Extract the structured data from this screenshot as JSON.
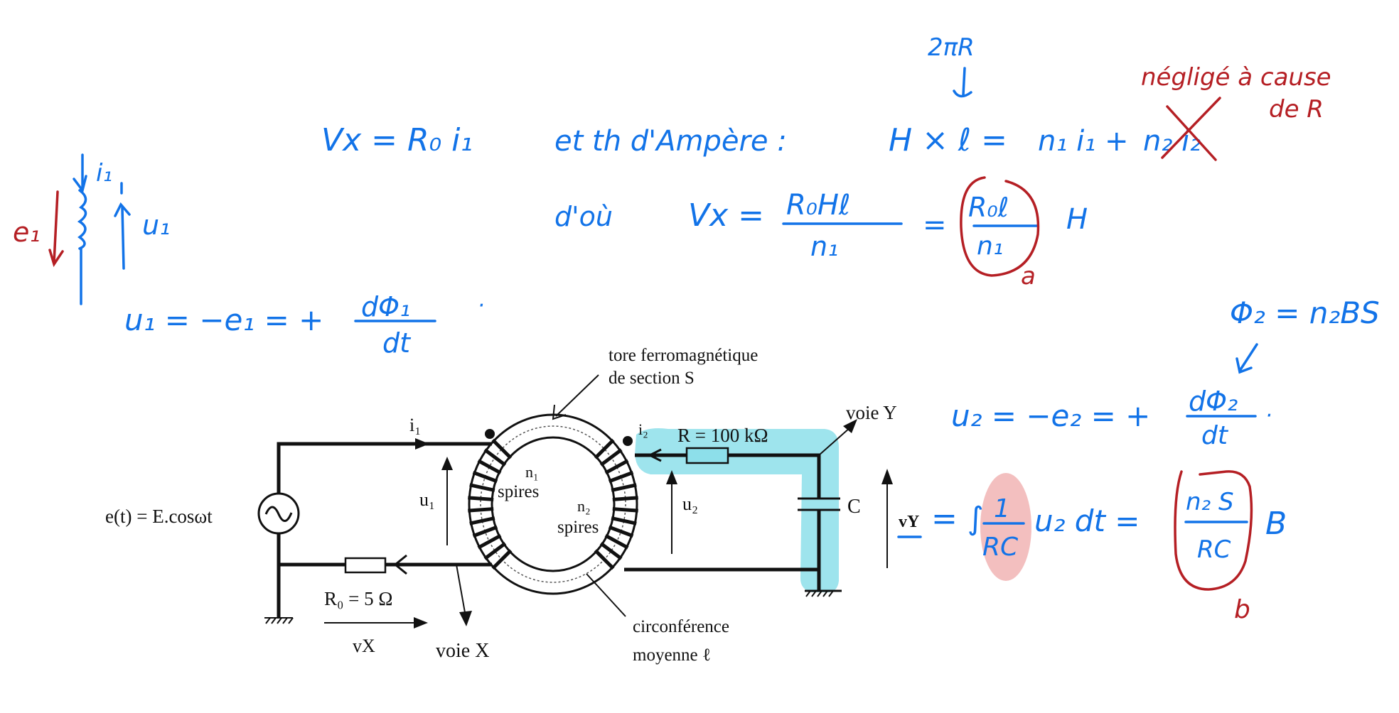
{
  "colors": {
    "ink_blue": "#1273e8",
    "ink_red": "#b51f24",
    "highlight_cyan": "#8ddfea",
    "highlight_pink": "#f2b8b8",
    "print_black": "#111111"
  },
  "handwritten": {
    "inductor_sketch": {
      "current_label": "i₁",
      "emf_label": "e₁",
      "voltage_label": "u₁"
    },
    "eq_vx": "Vx = R₀ i₁",
    "eq_ampere_intro": "et th d'Ampère :",
    "eq_ampere_lhs": "H × ℓ =",
    "eq_ampere_rhs_kept": "n₁ i₁ +",
    "eq_ampere_rhs_crossed": "n₂ i₂",
    "note_2piR": "2πR",
    "note_neglected_line1": "négligé à cause",
    "note_neglected_line2": "de R",
    "eq_dou_prefix": "d'où",
    "eq_dou_vx": "Vx =",
    "eq_dou_frac1_num": "R₀Hℓ",
    "eq_dou_frac1_den": "n₁",
    "eq_dou_eq": "=",
    "eq_dou_frac2_num": "R₀ℓ",
    "eq_dou_frac2_den": "n₁",
    "eq_dou_H": "H",
    "label_a": "a",
    "eq_u1_lhs": "u₁ = −e₁ = +",
    "eq_u1_num": "dΦ₁",
    "eq_u1_den": "dt",
    "eq_u1_dot": "·",
    "eq_phi2": "Φ₂ = n₂BS",
    "eq_u2_lhs": "u₂ = −e₂ = +",
    "eq_u2_num": "dΦ₂",
    "eq_u2_den": "dt",
    "eq_u2_dot": "·",
    "eq_vy_eq": "= ∫",
    "eq_vy_frac_num": "1",
    "eq_vy_frac_den": "RC",
    "eq_vy_mid": "u₂ dt =",
    "eq_vy_frac2_num": "n₂ S",
    "eq_vy_frac2_den": "RC",
    "eq_vy_B": "B",
    "label_b": "b"
  },
  "circuit": {
    "source_label": "e(t) = E.cosωt",
    "i1_label": "i₁",
    "u1_label": "u₁",
    "r0_label": "R₀ = 5 Ω",
    "vx_label": "vX",
    "voie_x_label": "voie X",
    "torus_label_line1": "tore ferromagnétique",
    "torus_label_line2": "de section S",
    "n1_label": "n₁",
    "n1_spires": "spires",
    "n2_label": "n₂",
    "n2_spires": "spires",
    "i2_label": "i₂",
    "r_label": "R = 100 kΩ",
    "u2_label": "u₂",
    "c_label": "C",
    "voie_y_label": "voie Y",
    "vy_label": "vY",
    "circ_label_line1": "circonférence",
    "circ_label_line2": "moyenne ℓ"
  }
}
